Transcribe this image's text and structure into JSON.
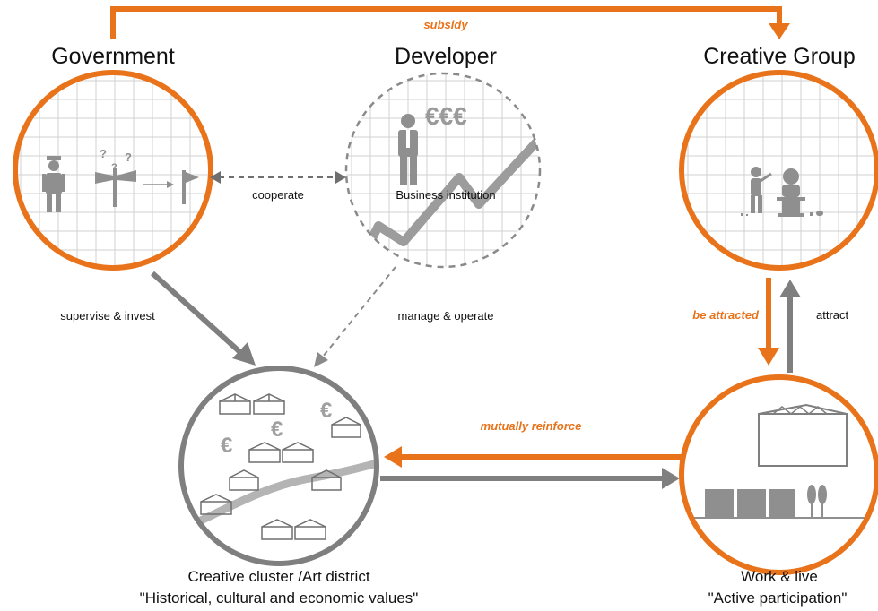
{
  "colors": {
    "accent_orange": "#e8731a",
    "arrow_gray": "#7f7f7f",
    "dashed_gray": "#8a8a8a"
  },
  "actors": {
    "government": {
      "title": "Government",
      "icon": "police-officer-and-signpost-icon"
    },
    "developer": {
      "title": "Developer",
      "inner_label": "Business institution",
      "euro_symbols": "€€€",
      "icon": "businessman-with-rising-graph-icon"
    },
    "creative_group": {
      "title": "Creative Group",
      "icon": "sculptor-icon"
    }
  },
  "outcomes": {
    "cluster": {
      "caption_line1": "Creative cluster /Art district",
      "caption_line2": "\"Historical, cultural and economic values\"",
      "euro_symbol": "€",
      "icon": "district-buildings-icon"
    },
    "work_live": {
      "caption_line1": "Work & live",
      "caption_line2": "\"Active participation\"",
      "icon": "warehouse-studio-icon"
    }
  },
  "relations": {
    "subsidy": "subsidy",
    "cooperate": "cooperate",
    "supervise_invest": "supervise & invest",
    "manage_operate": "manage & operate",
    "be_attracted": "be attracted",
    "attract": "attract",
    "mutually_reinforce": "mutually reinforce"
  }
}
